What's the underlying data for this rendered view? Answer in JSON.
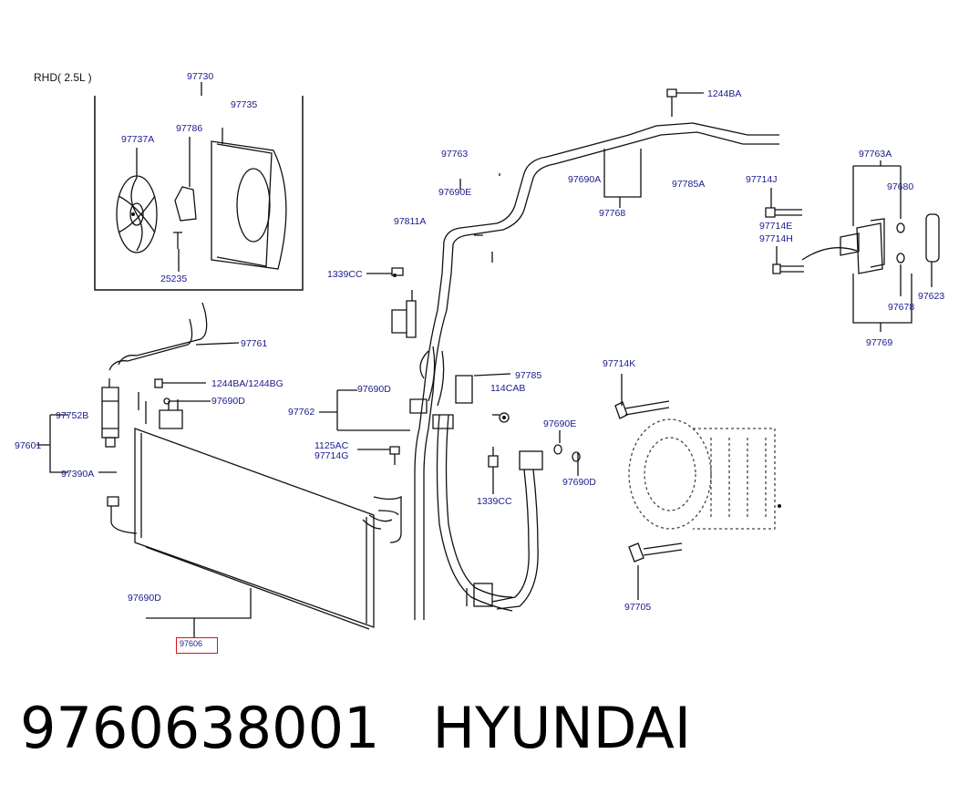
{
  "diagram": {
    "variant_label": "RHD( 2.5L )",
    "labels": {
      "l97730": "97730",
      "l97735": "97735",
      "l97737a": "97737A",
      "l97786": "97786",
      "l25235": "25235",
      "l97761": "97761",
      "l1244bag": "1244BA/1244BG",
      "l97690d_a": "97690D",
      "l97752b": "97752B",
      "l97601": "97601",
      "l97390a": "97390A",
      "l97690d_b": "97690D",
      "l97606": "97606",
      "l97763": "97763",
      "l97690e": "97690E",
      "l97811a": "97811A",
      "l1339cc_a": "1339CC",
      "l97690a": "97690A",
      "l97768": "97768",
      "l97785a": "97785A",
      "l1244ba": "1244BA",
      "l97763a": "97763A",
      "l97714j": "97714J",
      "l97680": "97680",
      "l97714e": "97714E",
      "l97714h": "97714H",
      "l97623": "97623",
      "l97678": "97678",
      "l97769": "97769",
      "l97785": "97785",
      "l114cab": "114CAB",
      "l97690d_c": "97690D",
      "l97762": "97762",
      "l1125ac": "1125AC",
      "l97714g": "97714G",
      "l97714k": "97714K",
      "l97690e_b": "97690E",
      "l1339cc_b": "1339CC",
      "l97690d_d": "97690D",
      "l97705": "97705"
    }
  },
  "footer": {
    "part_number": "9760638001",
    "brand": "HYUNDAI"
  },
  "colors": {
    "label": "#1a1a8c",
    "highlight": "#e01010",
    "line": "#111111"
  }
}
